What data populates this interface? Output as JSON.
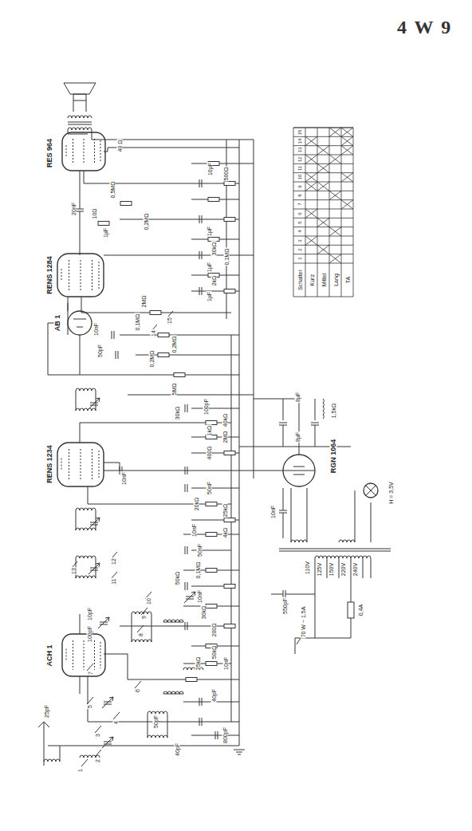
{
  "diagram": {
    "title": "4 W 9",
    "labels": [
      "RES 964",
      "RENS 1284",
      "AB 1",
      "RENS 1234",
      "ACH 1",
      "RGN 1064",
      "40 Ω",
      "0,5MΩ",
      "20nF",
      "10Ω",
      "1µF",
      "0,2MΩ",
      "10µF",
      "500Ω",
      "1µF",
      "30kΩ",
      "0,1MΩ",
      "1µF",
      "2kΩ",
      "1µF",
      "2MΩ",
      "10nF",
      "0,1MΩ",
      "50pF",
      "0,2MΩ",
      "0,2MΩ",
      "5MΩ",
      "30kΩ",
      "100pF",
      "1kΩ",
      "40kΩ",
      "2MΩ",
      "400Ω",
      "10nF",
      "50nF",
      "20kΩ",
      "25kΩ",
      "10nF",
      "4kΩ",
      "50nF",
      "0,1MΩ",
      "50kΩ",
      "10nF",
      "30kΩ",
      "200Ω",
      "50kΩ",
      "25kΩ",
      "10nF",
      "10pF",
      "100pF",
      "40pF",
      "50pF",
      "40pF",
      "25pF",
      "800pF",
      "1",
      "2",
      "3",
      "4",
      "5",
      "6",
      "7",
      "8",
      "9",
      "10",
      "11",
      "12",
      "13",
      "14",
      "15",
      "110V",
      "125V",
      "150V",
      "220V",
      "240V",
      "70 W ~ 1,5A",
      "0,4A",
      "550pF",
      "10nF",
      "8µF",
      "8µF",
      "1,5kΩ",
      "H = 3,5V",
      "Schalter",
      "Kurz",
      "Mittel",
      "Lang",
      "TA",
      "1",
      "2",
      "3",
      "4",
      "5",
      "6",
      "7",
      "8",
      "9",
      "10",
      "11",
      "12",
      "13",
      "14",
      "15"
    ]
  }
}
